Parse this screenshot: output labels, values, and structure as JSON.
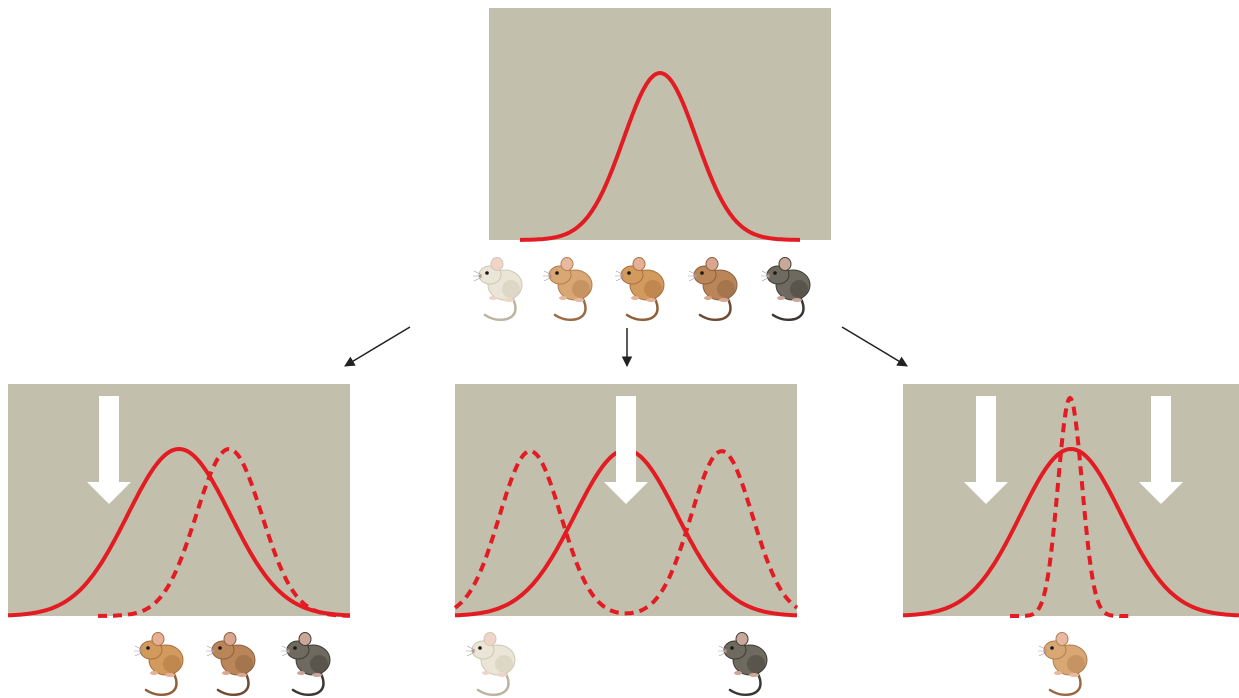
{
  "colors": {
    "panel": "#c2bfad",
    "curve": "#e31b23",
    "arrow": "#222222",
    "selection_arrow": "#ffffff",
    "background": "#ffffff"
  },
  "mouse_coats": {
    "white": {
      "body": "#eae5d6",
      "shade": "#cfc7b2",
      "tail": "#bdb39e",
      "ear": "#f0d4c8"
    },
    "tan": {
      "body": "#d9a774",
      "shade": "#b07e4e",
      "tail": "#9a6a44",
      "ear": "#e8b9a0"
    },
    "orange": {
      "body": "#d39a5e",
      "shade": "#a8703e",
      "tail": "#8f5f38",
      "ear": "#e6b096"
    },
    "brown": {
      "body": "#b98559",
      "shade": "#8d6140",
      "tail": "#6e4a30",
      "ear": "#d9a690"
    },
    "gray": {
      "body": "#6f6a5f",
      "shade": "#3f3c36",
      "tail": "#3a3733",
      "ear": "#c9a89a"
    }
  },
  "original_population": {
    "distribution": "normal",
    "phenotypes": [
      "white",
      "tan",
      "orange",
      "brown",
      "gray"
    ]
  },
  "outcomes": [
    {
      "id": "directional",
      "selection_against": [
        "light"
      ],
      "before": "unimodal-centered",
      "after": "unimodal-shifted-right",
      "surviving_phenotypes": [
        "orange",
        "brown",
        "gray"
      ]
    },
    {
      "id": "disruptive",
      "selection_against": [
        "intermediate"
      ],
      "before": "unimodal-centered",
      "after": "bimodal",
      "surviving_phenotypes": [
        "white",
        "gray"
      ]
    },
    {
      "id": "stabilizing",
      "selection_against": [
        "light",
        "dark"
      ],
      "before": "unimodal-centered",
      "after": "unimodal-narrow",
      "surviving_phenotypes": [
        "tan"
      ]
    }
  ]
}
